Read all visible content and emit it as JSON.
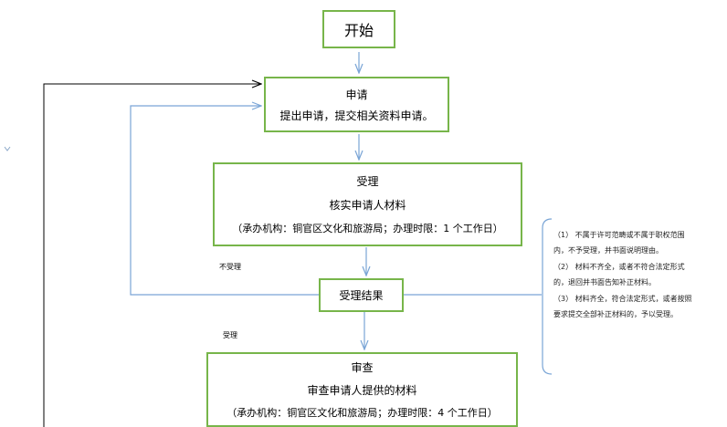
{
  "nodes": {
    "start": {
      "text": "开始"
    },
    "apply": {
      "title": "申请",
      "desc": "提出申请，提交相关资料申请。"
    },
    "accept": {
      "title": "受理",
      "desc": "核实申请人材料",
      "note": "（承办机构：铜官区文化和旅游局；办理时限：1 个工作日）"
    },
    "result": {
      "title": "受理结果"
    },
    "review": {
      "title": "审查",
      "desc": "审查申请人提供的材料",
      "note": "（承办机构：铜官区文化和旅游局；办理时限：4 个工作日）"
    }
  },
  "edges": {
    "reject_label": "不受理",
    "accept_label": "受理"
  },
  "side_note": {
    "lines": [
      "（1） 不属于许可范畴或不属于职权范围",
      "内，不予受理，并书面说明理由。",
      "（2） 材料不齐全，或者不符合法定形式",
      "的，退回并书面告知补正材料。",
      "（3） 材料齐全，符合法定形式，或者按照",
      "要求提交全部补正材料的，予以受理。"
    ]
  },
  "colors": {
    "box_border": "#77b54a",
    "arrow_blue": "#7aa5d6",
    "arrow_black": "#000000"
  }
}
